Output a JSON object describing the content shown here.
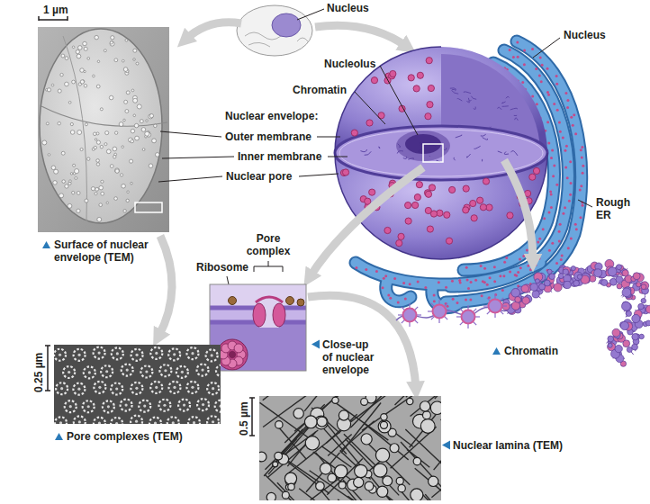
{
  "diagram": {
    "labels": [
      "1 µm",
      "Nucleus",
      "Nucleus",
      "Nucleolus",
      "Chromatin",
      "Nuclear envelope:",
      "Outer membrane",
      "Inner membrane",
      "Nuclear pore",
      "Rough ER",
      "Surface of nuclear envelope (TEM)",
      "Pore complex",
      "Ribosome",
      "Close-up of nuclear envelope",
      "Chromatin",
      "0.25 µm",
      "Pore complexes (TEM)",
      "0.5 µm",
      "Nuclear lamina (TEM)"
    ]
  }
}
